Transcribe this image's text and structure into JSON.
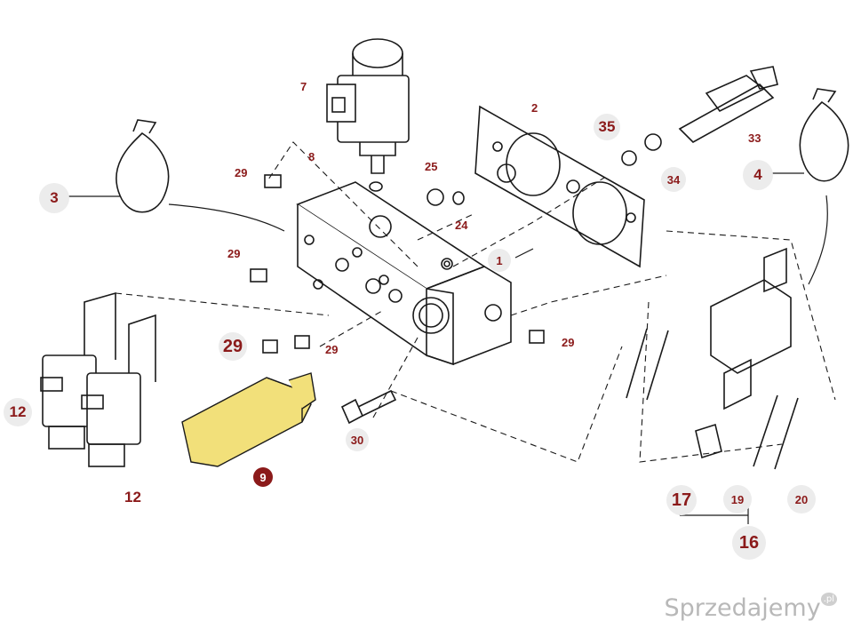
{
  "labels": {
    "l1": "1",
    "l2": "2",
    "l3": "3",
    "l4": "4",
    "l7": "7",
    "l8": "8",
    "l9": "9",
    "l12a": "12",
    "l12b": "12",
    "l16": "16",
    "l17": "17",
    "l19": "19",
    "l20": "20",
    "l24": "24",
    "l25": "25",
    "l29a": "29",
    "l29b": "29",
    "l29c": "29",
    "l29d": "29",
    "l29e": "29",
    "l30": "30",
    "l33": "33",
    "l34": "34",
    "l35": "35"
  },
  "watermark": {
    "text": "Sprzedajemy",
    "suffix": ".pl"
  },
  "colors": {
    "label": "#8b1a1a",
    "highlight": "#f2e07a",
    "line": "#1a1a1a",
    "badge": "#ececec"
  }
}
